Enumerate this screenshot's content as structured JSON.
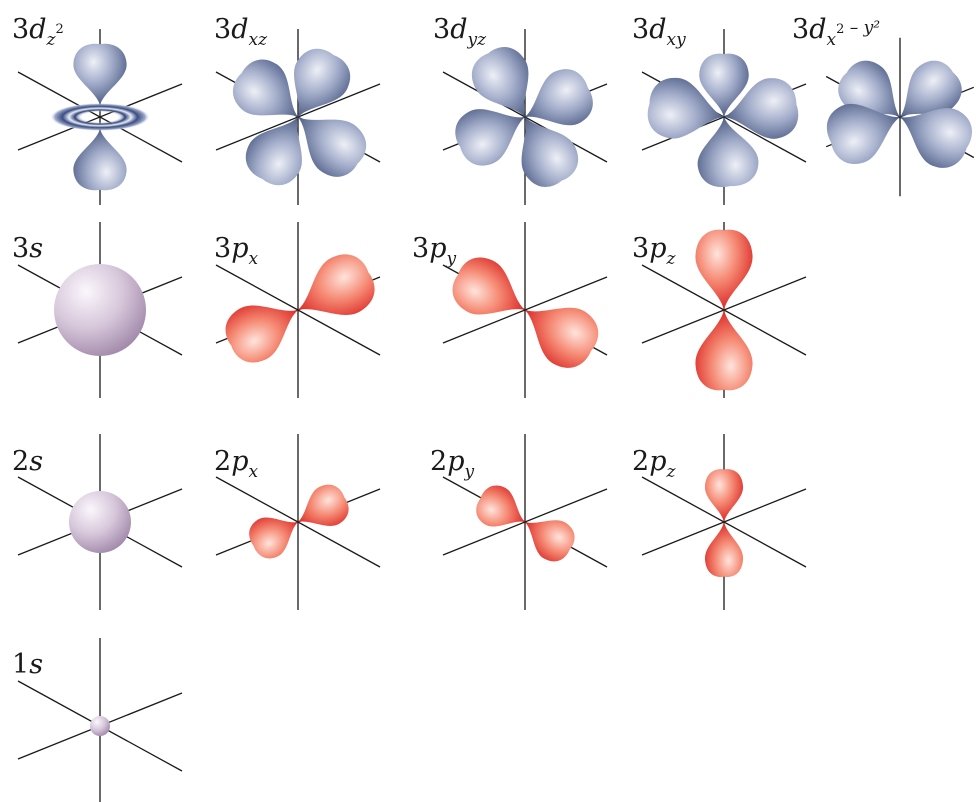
{
  "figure": {
    "rows": [
      {
        "orbitals": [
          {
            "num": "3",
            "letter": "d",
            "sub": "z",
            "sup": "2",
            "subsup_tail": "",
            "kind": "dz2"
          },
          {
            "num": "3",
            "letter": "d",
            "sub": "xz",
            "sup": "",
            "subsup_tail": "",
            "kind": "dxz"
          },
          {
            "num": "3",
            "letter": "d",
            "sub": "yz",
            "sup": "",
            "subsup_tail": "",
            "kind": "dyz"
          },
          {
            "num": "3",
            "letter": "d",
            "sub": "xy",
            "sup": "",
            "subsup_tail": "",
            "kind": "dxy"
          },
          {
            "num": "3",
            "letter": "d",
            "sub": "x",
            "sup": "2",
            "subsup_tail": " – y²",
            "kind": "dx2y2"
          }
        ]
      },
      {
        "orbitals": [
          {
            "num": "3",
            "letter": "s",
            "sub": "",
            "sup": "",
            "subsup_tail": "",
            "kind": "s3"
          },
          {
            "num": "3",
            "letter": "p",
            "sub": "x",
            "sup": "",
            "subsup_tail": "",
            "kind": "px3"
          },
          {
            "num": "3",
            "letter": "p",
            "sub": "y",
            "sup": "",
            "subsup_tail": "",
            "kind": "py3"
          },
          {
            "num": "3",
            "letter": "p",
            "sub": "z",
            "sup": "",
            "subsup_tail": "",
            "kind": "pz3"
          }
        ]
      },
      {
        "orbitals": [
          {
            "num": "2",
            "letter": "s",
            "sub": "",
            "sup": "",
            "subsup_tail": "",
            "kind": "s2"
          },
          {
            "num": "2",
            "letter": "p",
            "sub": "x",
            "sup": "",
            "subsup_tail": "",
            "kind": "px2"
          },
          {
            "num": "2",
            "letter": "p",
            "sub": "y",
            "sup": "",
            "subsup_tail": "",
            "kind": "py2"
          },
          {
            "num": "2",
            "letter": "p",
            "sub": "z",
            "sup": "",
            "subsup_tail": "",
            "kind": "pz2"
          }
        ]
      },
      {
        "orbitals": [
          {
            "num": "1",
            "letter": "s",
            "sub": "",
            "sup": "",
            "subsup_tail": "",
            "kind": "s1"
          }
        ]
      }
    ]
  },
  "colors": {
    "d_lobe": "#8a96b8",
    "d_lobe_dark": "#3f4f7a",
    "p_lobe": "#f07060",
    "p_lobe_dark": "#d91f1f",
    "s_sphere": "#c7b3cb",
    "s_sphere_dark": "#9c80a4",
    "axis": "#1a1a1a"
  }
}
